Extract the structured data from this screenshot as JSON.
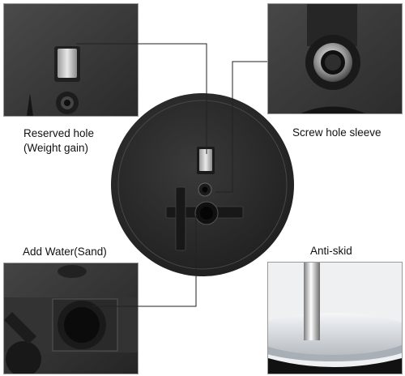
{
  "labels": {
    "reserved_hole_line1": "Reserved hole",
    "reserved_hole_line2": "(Weight gain)",
    "screw_hole_sleeve": "Screw hole sleeve",
    "add_water": "Add Water(Sand)",
    "anti_skid": "Anti-skid"
  },
  "colors": {
    "base_dark": "#2b2b2b",
    "panel_dark": "#3a3a3a",
    "leader_line": "#222222",
    "chrome": "#c9ced4"
  }
}
